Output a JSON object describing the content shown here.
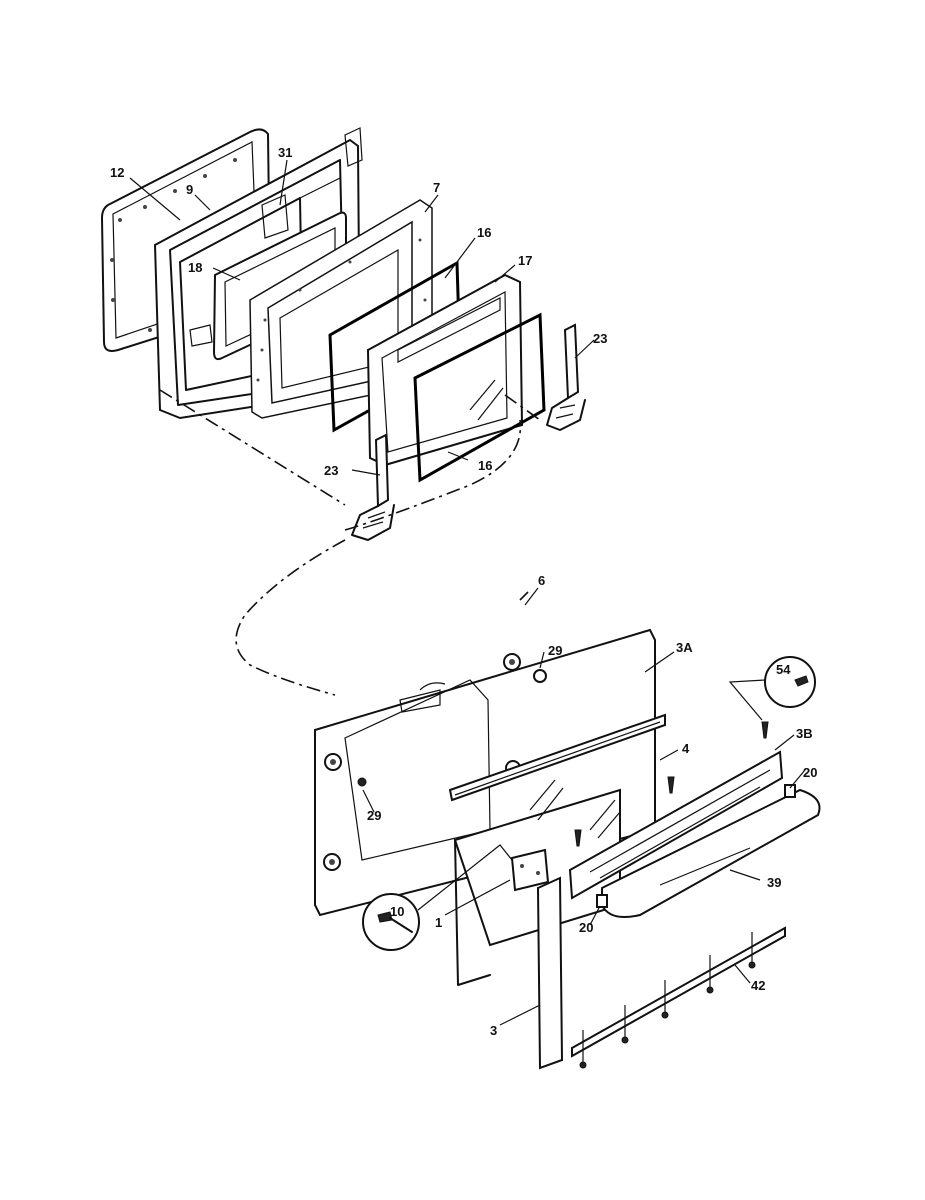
{
  "callouts": {
    "c12": "12",
    "c9": "9",
    "c31": "31",
    "c7": "7",
    "c16a": "16",
    "c17": "17",
    "c18": "18",
    "c23a": "23",
    "c23b": "23",
    "c16b": "16",
    "c6": "6",
    "c29a": "29",
    "c3A": "3A",
    "c54": "54",
    "c4": "4",
    "c3B": "3B",
    "c20a": "20",
    "c29b": "29",
    "c39": "39",
    "c10": "10",
    "c1": "1",
    "c20b": "20",
    "c42": "42",
    "c3": "3"
  }
}
